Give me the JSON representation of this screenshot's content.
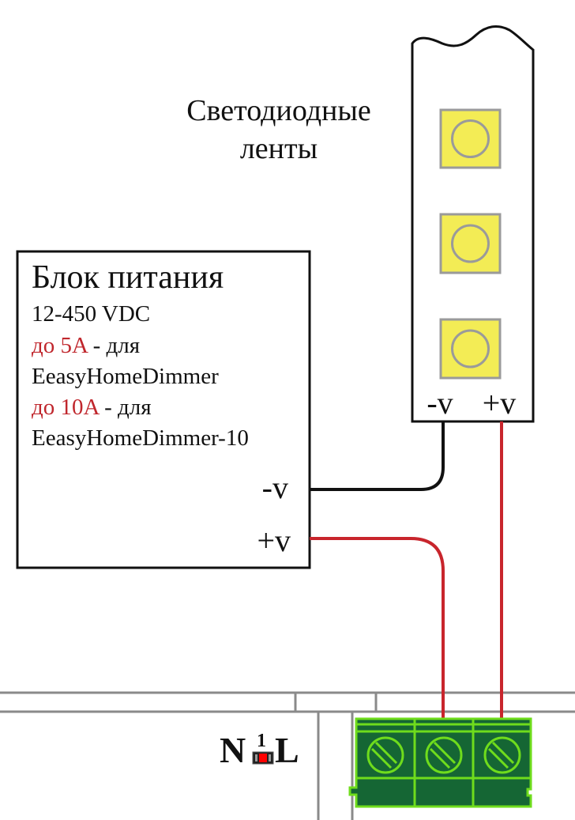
{
  "strip_label": {
    "line1": "Светодиодные",
    "line2": "ленты"
  },
  "led_strip": {
    "minus_label": "-v",
    "plus_label": "+v",
    "led_count": 3
  },
  "power_supply": {
    "title": "Блок питания",
    "voltage": "12-450 VDC",
    "spec1_current": "до 5A",
    "spec1_suffix": " - для",
    "spec1_device": "EeasyHomeDimmer",
    "spec2_current": "до 10A",
    "spec2_suffix": " - для",
    "spec2_device": "EeasyHomeDimmer-10",
    "minus_label": "-v",
    "plus_label": "+v"
  },
  "dimmer": {
    "label_left": "N",
    "label_superscript": "1",
    "label_right": "L",
    "terminal_count": 3
  },
  "colors": {
    "wire_negative": "#111111",
    "wire_positive": "#c8252c",
    "spec_highlight": "#c0272d",
    "led_fill": "#f3ec55",
    "led_outline": "#9a9a9a",
    "terminal_fill": "#156634",
    "terminal_outline": "#6fdc1c",
    "board_lines": "#8a8a8a"
  }
}
